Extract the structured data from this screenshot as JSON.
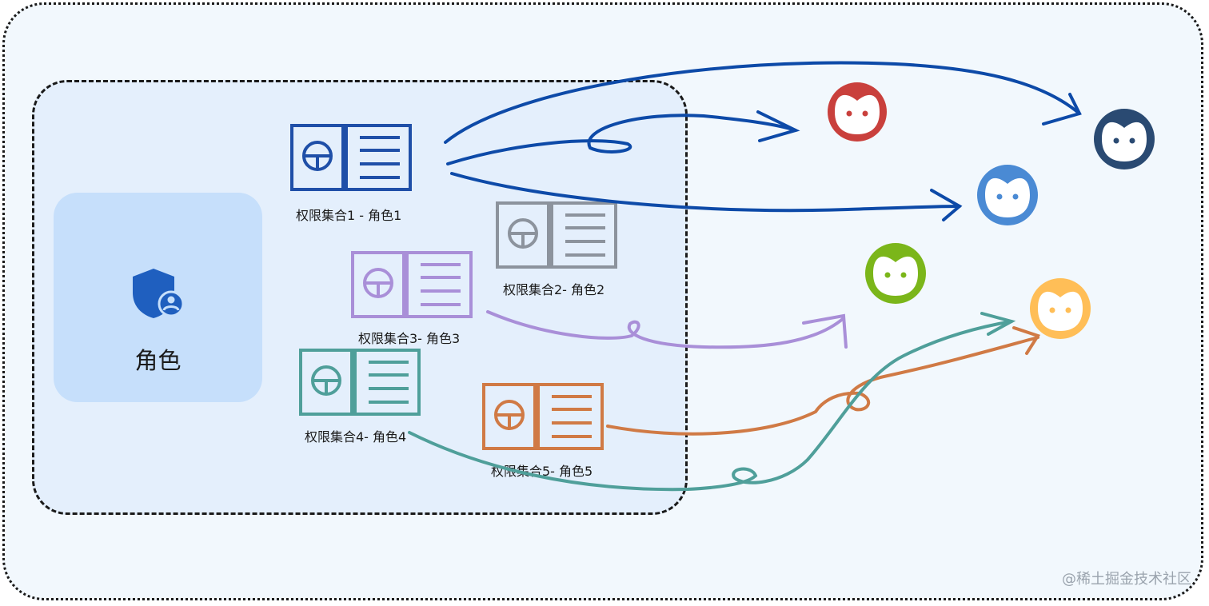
{
  "role": {
    "label": "角色",
    "icon": "shield-user-icon",
    "color": "#1f5fbf"
  },
  "permission_sets": [
    {
      "label": "权限集合1 - 角色1",
      "color": "#1f4fa8"
    },
    {
      "label": "权限集合2- 角色2",
      "color": "#8c939d"
    },
    {
      "label": "权限集合3- 角色3",
      "color": "#a98fd8"
    },
    {
      "label": "权限集合4- 角色4",
      "color": "#4f9f9a"
    },
    {
      "label": "权限集合5- 角色5",
      "color": "#d07a45"
    }
  ],
  "users": [
    {
      "icon": "user-face-icon",
      "color": "#c9403c"
    },
    {
      "icon": "user-face-icon",
      "color": "#2a4a72"
    },
    {
      "icon": "user-face-icon",
      "color": "#4a8ad4"
    },
    {
      "icon": "user-face-icon",
      "color": "#7bb61a"
    },
    {
      "icon": "user-face-icon",
      "color": "#ffbe57"
    }
  ],
  "watermark": "@稀土掘金技术社区"
}
